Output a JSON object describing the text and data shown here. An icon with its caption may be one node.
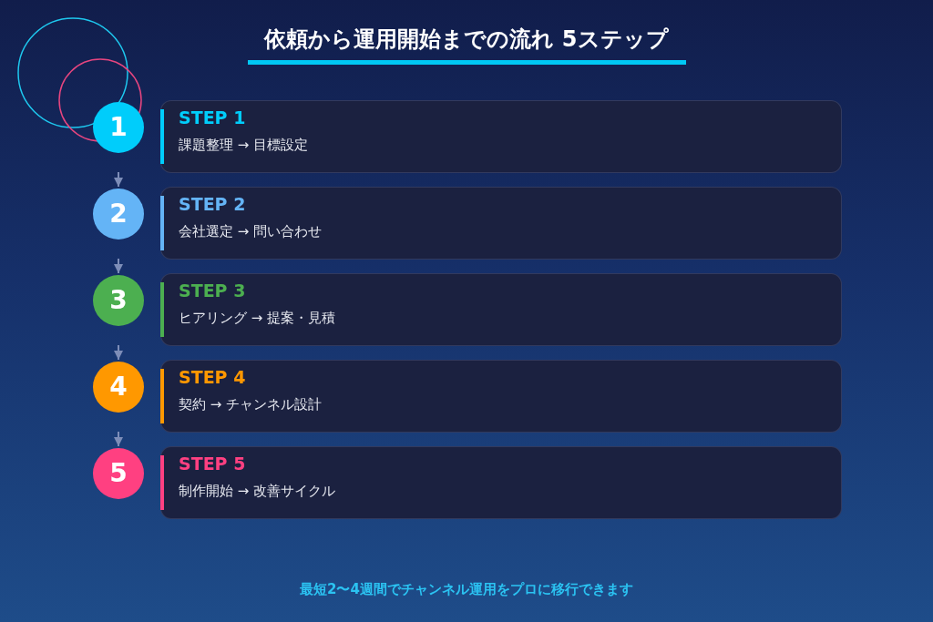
{
  "diagram": {
    "title": "依頼から運用開始までの流れ 5ステップ",
    "caption": "最短2〜4週間でチャンネル運用をプロに移行できます",
    "nodes": [
      {
        "text": [
          "1"
        ]
      },
      {
        "text": [
          "STEP 1",
          "課題整理 → 目標設定"
        ]
      },
      {
        "text": [
          "2"
        ]
      },
      {
        "text": [
          "STEP 2",
          "会社選定 → 問い合わせ"
        ]
      },
      {
        "text": [
          "3"
        ]
      },
      {
        "text": [
          "STEP 3",
          "ヒアリング → 提案・見積"
        ]
      },
      {
        "text": [
          "4"
        ]
      },
      {
        "text": [
          "STEP 4",
          "契約 → チャンネル設計"
        ]
      },
      {
        "text": [
          "5"
        ]
      },
      {
        "text": [
          "STEP 5",
          "制作開始 → 改善サイクル"
        ]
      }
    ],
    "edges": [
      {
        "from": 0,
        "to": 2,
        "arrow": "to"
      },
      {
        "from": 2,
        "to": 4,
        "arrow": "to"
      },
      {
        "from": 4,
        "to": 6,
        "arrow": "to"
      },
      {
        "from": 6,
        "to": 8,
        "arrow": "to"
      }
    ]
  }
}
